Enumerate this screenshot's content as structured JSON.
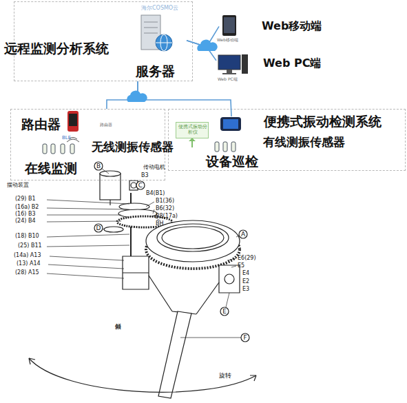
{
  "diagram": {
    "nodes": [
      {
        "text": [
          "远程监测分析系统"
        ]
      },
      {
        "text": [
          "海尔COSMO云",
          "服务器"
        ],
        "in": 0
      },
      {
        "text": [
          "Web移动端",
          "Web移动端"
        ]
      },
      {
        "text": [
          "Web PC端",
          "Web PC端"
        ]
      },
      {
        "text": [
          "在线监测"
        ]
      },
      {
        "text": [
          "路由器",
          "路由器"
        ],
        "in": 4
      },
      {
        "text": [
          "设备巡检"
        ]
      },
      {
        "text": [
          "便携式振动分析仪"
        ],
        "in": 6
      },
      {
        "text": [
          "便携式振动检测系统"
        ],
        "in": 6
      }
    ],
    "edges": [
      {
        "from": 1,
        "to": 2,
        "arrow": "none"
      },
      {
        "from": 1,
        "to": 3,
        "arrow": "none"
      },
      {
        "from": 0,
        "to": 4,
        "arrow": "none"
      },
      {
        "from": 0,
        "to": 8,
        "arrow": "none"
      }
    ],
    "labels": [
      "BLE",
      "无线测振传感器",
      "有线测振传感器",
      "B",
      "传动电机",
      "B3",
      "C",
      "B4(B1)",
      "摆动装置",
      "(29) B1",
      "(16a) B2",
      "(16) B3",
      "(24) B4",
      "D",
      "(18) B10",
      "(25) B11",
      "(14a) A13",
      "(13) A14",
      "(28) A15",
      "B1(36)",
      "B6(32)",
      "B8(17a)",
      "BH",
      "A",
      "E6(29)",
      "E5",
      "E4",
      "E2",
      "E3",
      "E",
      "F",
      "倾斜",
      "旋转"
    ]
  }
}
